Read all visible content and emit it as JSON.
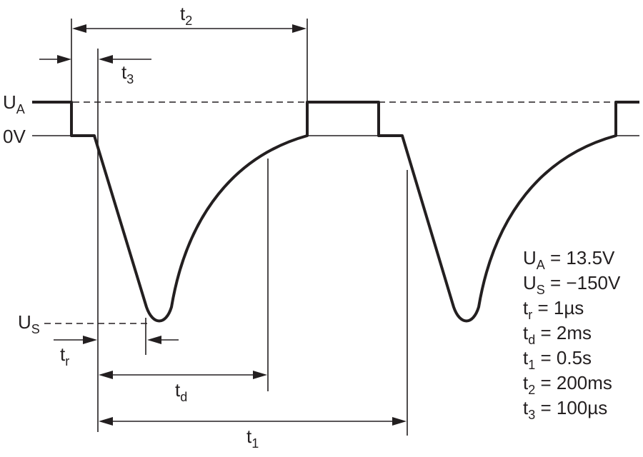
{
  "diagram": {
    "levels": {
      "ua": {
        "main": "U",
        "sub": "A"
      },
      "zero": "0V",
      "us": {
        "main": "U",
        "sub": "S"
      }
    },
    "intervals": {
      "t1": {
        "main": "t",
        "sub": "1"
      },
      "t2": {
        "main": "t",
        "sub": "2"
      },
      "t3": {
        "main": "t",
        "sub": "3"
      },
      "tr": {
        "main": "t",
        "sub": "r"
      },
      "td": {
        "main": "t",
        "sub": "d"
      }
    },
    "parameters": [
      {
        "main": "U",
        "sub": "A",
        "value": " = 13.5V"
      },
      {
        "main": "U",
        "sub": "S",
        "value": " = −150V"
      },
      {
        "main": "t",
        "sub": "r",
        "value": " = 1µs"
      },
      {
        "main": "t",
        "sub": "d",
        "value": " = 2ms"
      },
      {
        "main": "t",
        "sub": "1",
        "value": " = 0.5s"
      },
      {
        "main": "t",
        "sub": "2",
        "value": " = 200ms"
      },
      {
        "main": "t",
        "sub": "3",
        "value": " = 100µs"
      }
    ]
  }
}
